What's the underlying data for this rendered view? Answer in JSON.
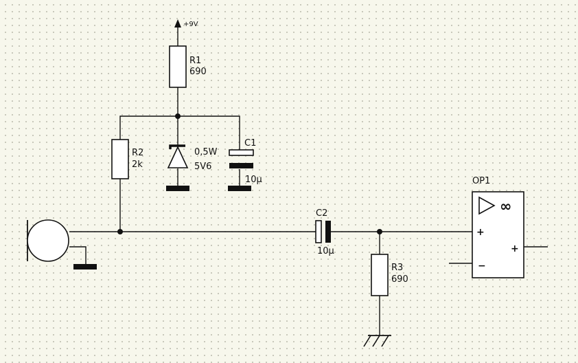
{
  "power": {
    "label": "+9V"
  },
  "components": {
    "r1": {
      "name": "R1",
      "value": "690"
    },
    "r2": {
      "name": "R2",
      "value": "2k"
    },
    "r3": {
      "name": "R3",
      "value": "690"
    },
    "c1": {
      "name": "C1",
      "value": "10µ"
    },
    "c2": {
      "name": "C2",
      "value": "10µ"
    },
    "zener": {
      "power": "0,5W",
      "voltage": "5V6"
    },
    "op1": {
      "name": "OP1",
      "gain_symbol": "∞",
      "pin_plus": "+",
      "pin_minus": "−",
      "out_plus": "+"
    }
  }
}
